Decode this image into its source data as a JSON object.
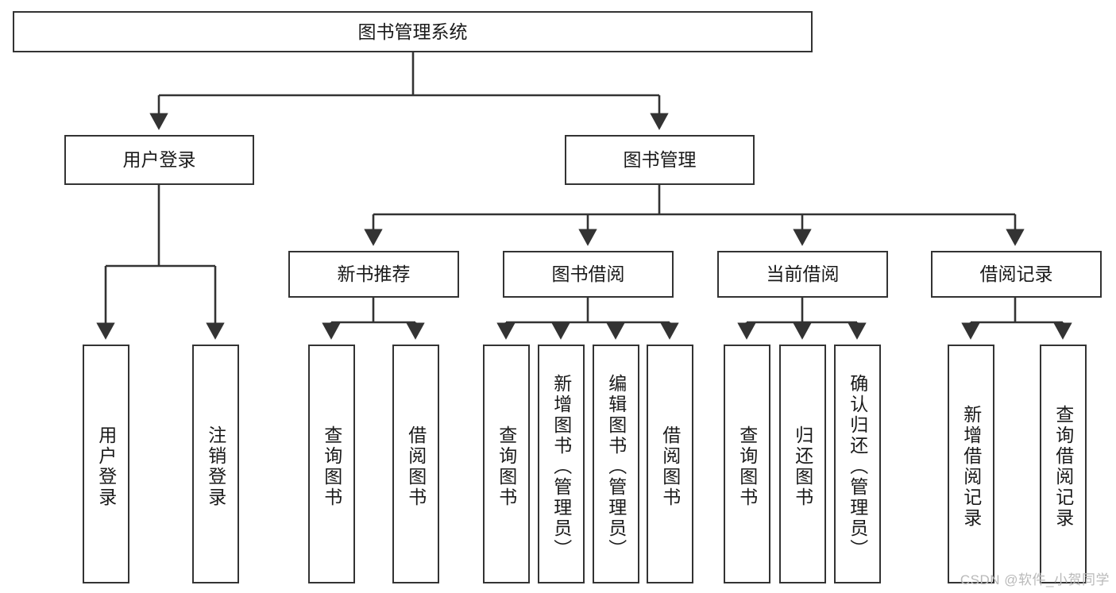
{
  "diagram": {
    "title_node": {
      "label": "图书管理系统"
    },
    "level2": [
      {
        "id": "user-login",
        "label": "用户登录"
      },
      {
        "id": "book-management",
        "label": "图书管理"
      }
    ],
    "level3": [
      {
        "id": "new-book-recommend",
        "label": "新书推荐"
      },
      {
        "id": "book-borrow",
        "label": "图书借阅"
      },
      {
        "id": "current-borrow",
        "label": "当前借阅"
      },
      {
        "id": "borrow-record",
        "label": "借阅记录"
      }
    ],
    "leaves": [
      {
        "id": "leaf-user-login",
        "label": "用户登录"
      },
      {
        "id": "leaf-logout-login",
        "label": "注销登录"
      },
      {
        "id": "leaf-query-book-1",
        "label": "查询图书"
      },
      {
        "id": "leaf-borrow-book-1",
        "label": "借阅图书"
      },
      {
        "id": "leaf-query-book-2",
        "label": "查询图书"
      },
      {
        "id": "leaf-add-book-admin",
        "label": "新增图书（管理员）"
      },
      {
        "id": "leaf-edit-book-admin",
        "label": "编辑图书（管理员）"
      },
      {
        "id": "leaf-borrow-book-2",
        "label": "借阅图书"
      },
      {
        "id": "leaf-query-book-3",
        "label": "查询图书"
      },
      {
        "id": "leaf-return-book",
        "label": "归还图书"
      },
      {
        "id": "leaf-confirm-return-admin",
        "label": "确认归还（管理员）"
      },
      {
        "id": "leaf-add-borrow-record",
        "label": "新增借阅记录"
      },
      {
        "id": "leaf-query-borrow-record",
        "label": "查询借阅记录"
      }
    ],
    "watermark": "CSDN @软件_小贺同学",
    "colors": {
      "border": "#333333",
      "background": "#ffffff",
      "text": "#1a1a1a",
      "edge": "#333333",
      "watermark": "#b9b9b9"
    }
  }
}
